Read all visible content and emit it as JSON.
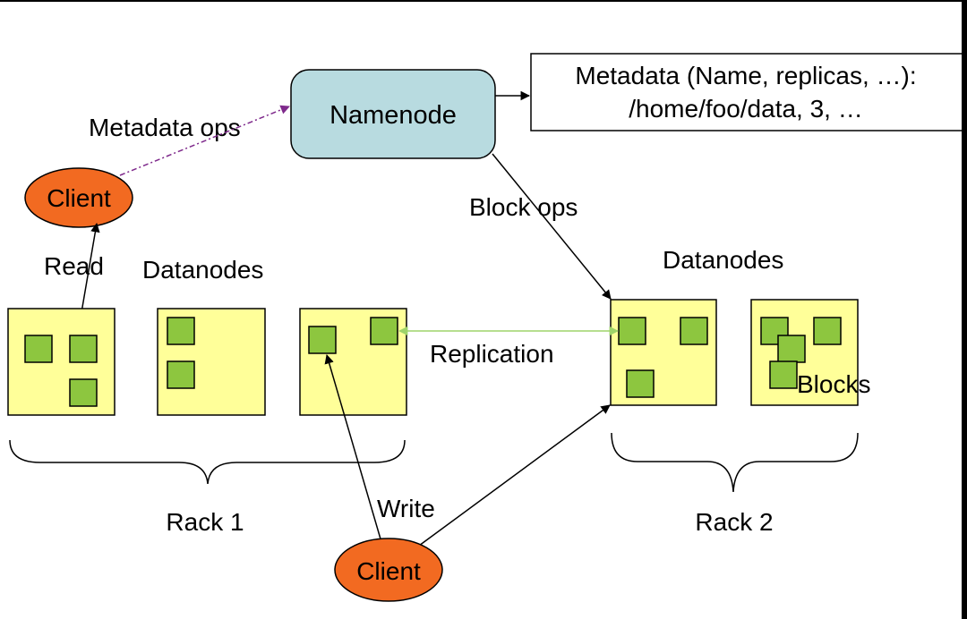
{
  "labels": {
    "namenode": "Namenode",
    "metadata_line1": "Metadata (Name, replicas, …):",
    "metadata_line2": "/home/foo/data, 3, …",
    "metadata_ops": "Metadata ops",
    "block_ops": "Block ops",
    "client_top": "Client",
    "client_bottom": "Client",
    "read": "Read",
    "write": "Write",
    "datanodes_left": "Datanodes",
    "datanodes_right": "Datanodes",
    "replication": "Replication",
    "blocks": "Blocks",
    "rack1": "Rack 1",
    "rack2": "Rack 2"
  },
  "colors": {
    "namenode_fill": "#b8dbe0",
    "metadata_fill": "#ffffff",
    "client_fill": "#f26a21",
    "datanode_fill": "#ffff99",
    "block_fill": "#8dc63f",
    "metadata_ops_arrow": "#7f2a8c",
    "replication_arrow": "#9ed36a",
    "line": "#000000"
  }
}
